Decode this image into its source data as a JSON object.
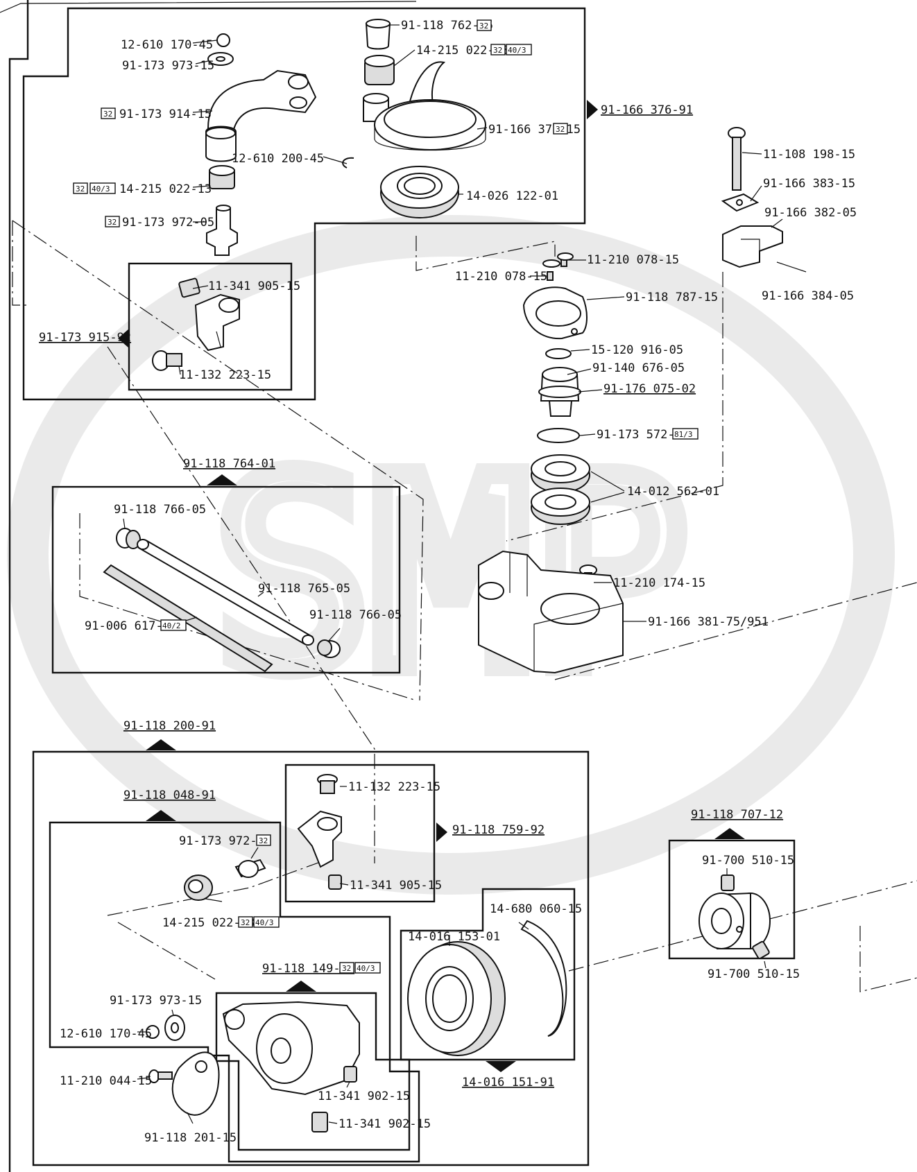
{
  "watermark": "SMP",
  "labels": {
    "l01": "12-610 170-45",
    "l02": "91-173 973-15",
    "l03": "91-173 914-15",
    "l04": "14-215 022-13",
    "l05": "91-173 972-05",
    "l06": "91-118 762-05",
    "l07": "14-215 022-13",
    "l08": "91-166 377-15",
    "l09": "12-610 200-45",
    "l10": "14-026 122-01",
    "l11": "11-341 905-15",
    "l12": "11-132 223-15",
    "l13": "11-210 078-15",
    "l14": "11-210 078-15",
    "l15": "91-118 787-15",
    "l16": "15-120 916-05",
    "l17": "91-140 676-05",
    "l18": "91-173 572-05",
    "l19": "14-012 562-01",
    "l20": "11-210 174-15",
    "l21": "91-166 381-75/951",
    "l22": "11-108 198-15",
    "l23": "91-166 383-15",
    "l24": "91-166 382-05",
    "l25": "91-166 384-05",
    "l26": "91-118 766-05",
    "l27": "91-118 765-05",
    "l28": "91-118 766-05",
    "l29": "91-006 617-05",
    "l30": "11-132 223-15",
    "l31": "91-173 972-05",
    "l32": "11-341 905-15",
    "l33": "14-215 022-13",
    "l34": "14-680 060-15",
    "l35": "14-016 153-01",
    "l36": "91-173 973-15",
    "l37": "12-610 170-45",
    "l38": "11-210 044-15",
    "l39": "91-118 201-15",
    "l40": "11-341 902-15",
    "l41": "11-341 902-15",
    "l42": "91-700 510-15",
    "l43": "91-700 510-15"
  },
  "assemblies": {
    "a01": "91-166 376-91",
    "a02": "91-173 915-92",
    "a03": "91-176 075-02",
    "a04": "91-118 764-01",
    "a05": "91-118 200-91",
    "a06": "91-118 048-91",
    "a07": "91-118 759-92",
    "a08": "91-118 149-91",
    "a09": "14-016 151-91",
    "a10": "91-118 707-12"
  },
  "badges": {
    "b32": "32",
    "b403": "40/3",
    "b402": "40/2",
    "b813": "81/3"
  }
}
